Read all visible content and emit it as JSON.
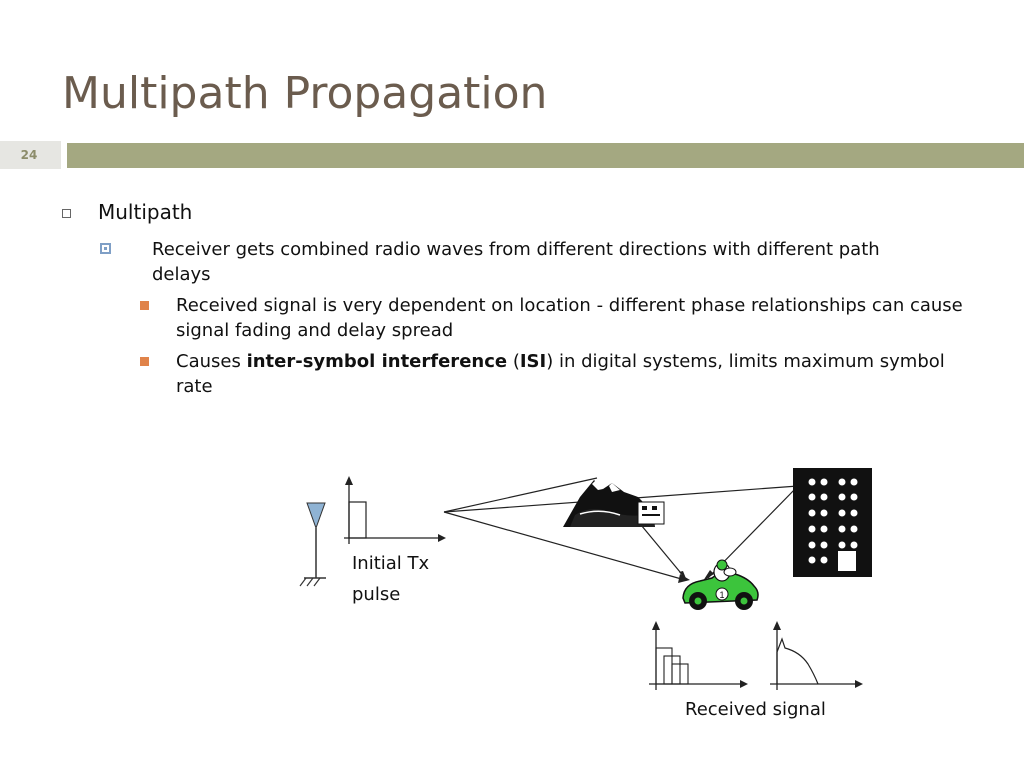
{
  "slide": {
    "title": "Multipath Propagation",
    "number": "24"
  },
  "bullets": {
    "level1": "Multipath",
    "level2": "Receiver gets combined radio waves from different directions with different path delays",
    "level3a": "Received signal is very dependent on location - different phase relationships can cause signal fading and delay spread",
    "level3b_pre": "Causes ",
    "level3b_bold1": "inter-symbol interference",
    "level3b_mid": " (",
    "level3b_bold2": "ISI",
    "level3b_post": ") in digital systems, limits maximum symbol rate"
  },
  "diagram": {
    "tx_label_line1": "Initial Tx",
    "tx_label_line2": "pulse",
    "rx_label": "Received signal",
    "car_number": "1"
  },
  "colors": {
    "title": "#6b5c4e",
    "title_bar": "#a4a881",
    "bullet_l2": "#7f9fc6",
    "bullet_l3": "#e0834a",
    "car_body": "#3cc43c",
    "antenna": "#8fb3d4"
  }
}
